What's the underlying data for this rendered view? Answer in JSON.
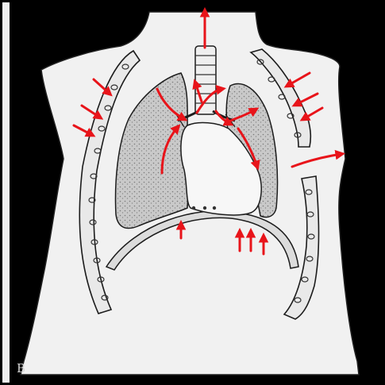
{
  "figure": {
    "panel_label": "B",
    "subject": "thorax-anatomy",
    "accent_color": "#e8141a",
    "background_color": "#000000",
    "body_color": "#f1f1f1",
    "line_color": "#1c1c1c",
    "organs": [
      "trachea",
      "left-lung",
      "right-lung",
      "heart",
      "diaphragm",
      "ribs"
    ],
    "arrows": [
      {
        "direction": "up",
        "location": "trachea"
      },
      {
        "direction": "inward",
        "location": "right-chest-wall"
      },
      {
        "direction": "inward",
        "location": "left-chest-wall"
      },
      {
        "direction": "outward",
        "location": "left-chest-wall"
      },
      {
        "direction": "up",
        "location": "diaphragm"
      },
      {
        "direction": "curved",
        "location": "hilum"
      }
    ]
  }
}
